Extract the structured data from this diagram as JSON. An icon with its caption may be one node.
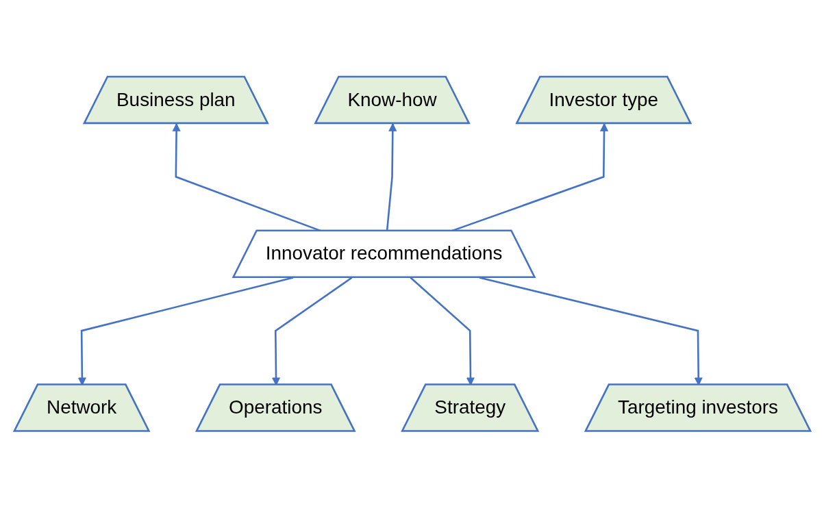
{
  "diagram": {
    "nodes": [
      {
        "text": [
          "Innovator recommendations"
        ]
      },
      {
        "text": [
          "Business plan"
        ]
      },
      {
        "text": [
          "Know-how"
        ]
      },
      {
        "text": [
          "Investor type"
        ]
      },
      {
        "text": [
          "Network"
        ]
      },
      {
        "text": [
          "Operations"
        ]
      },
      {
        "text": [
          "Strategy"
        ]
      },
      {
        "text": [
          "Targeting investors"
        ]
      }
    ],
    "edges": [
      {
        "from": 0,
        "to": 1,
        "arrow": "to"
      },
      {
        "from": 0,
        "to": 2,
        "arrow": "to"
      },
      {
        "from": 0,
        "to": 3,
        "arrow": "to"
      },
      {
        "from": 0,
        "to": 4,
        "arrow": "to"
      },
      {
        "from": 0,
        "to": 5,
        "arrow": "to"
      },
      {
        "from": 0,
        "to": 6,
        "arrow": "to"
      },
      {
        "from": 0,
        "to": 7,
        "arrow": "to"
      }
    ]
  }
}
